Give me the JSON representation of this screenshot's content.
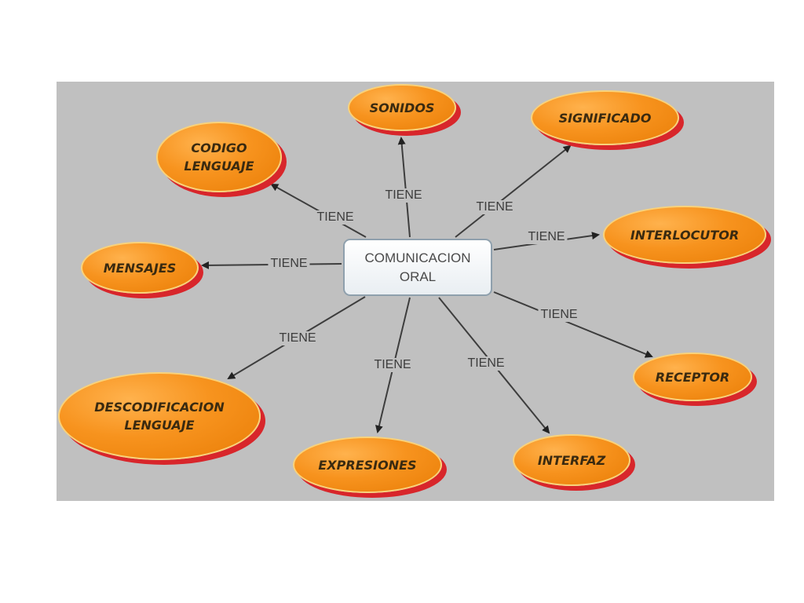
{
  "concept_map": {
    "central_concept": "COMUNICACION\nORAL",
    "relation": "TIENE",
    "concepts": [
      "SONIDOS",
      "SIGNIFICADO",
      "CODIGO\nLENGUAJE",
      "INTERLOCUTOR",
      "MENSAJES",
      "DESCODIFICACION\nLENGUAJE",
      "EXPRESIONES",
      "INTERFAZ",
      "RECEPTOR"
    ]
  },
  "colors": {
    "panel": "#c0c0c0",
    "node_fill": "#f7931e",
    "node_shadow": "#d8262b",
    "edge": "#3d3d3d"
  }
}
